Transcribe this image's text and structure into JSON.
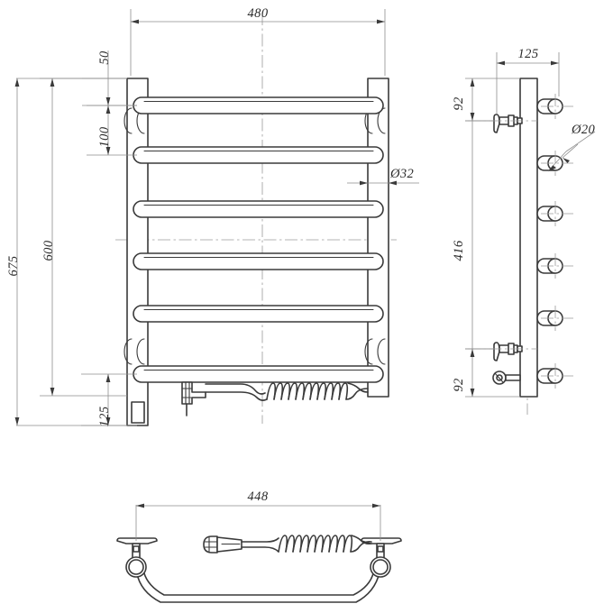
{
  "drawing": {
    "title": "Heated towel rail technical drawing",
    "units": "mm",
    "line_color": "#3a3a3a",
    "dim_color": "#8d8d8d",
    "center_color": "#9a9a9a"
  },
  "views": {
    "front": {
      "name": "front-view"
    },
    "side": {
      "name": "side-view"
    },
    "bottom": {
      "name": "bottom-view"
    }
  },
  "dimensions": {
    "front_width": "480",
    "front_top_offset": "50",
    "front_rung_pitch": "100",
    "front_height_overall": "675",
    "front_height_rails": "600",
    "front_bottom_offset": "125",
    "tube_diameter": "Ø32",
    "side_depth": "125",
    "side_top": "92",
    "side_middle": "416",
    "side_bottom": "92",
    "side_rung_diameter": "Ø20",
    "bottom_width": "448"
  },
  "chart_data": {
    "type": "table",
    "title": "Heated towel rail dimensions (mm)",
    "categories": [
      "480",
      "50",
      "100",
      "675",
      "600",
      "125",
      "Ø32",
      "125",
      "92",
      "416",
      "92",
      "Ø20",
      "448"
    ],
    "values": [
      480,
      50,
      100,
      675,
      600,
      125,
      32,
      125,
      92,
      416,
      92,
      20,
      448
    ]
  }
}
